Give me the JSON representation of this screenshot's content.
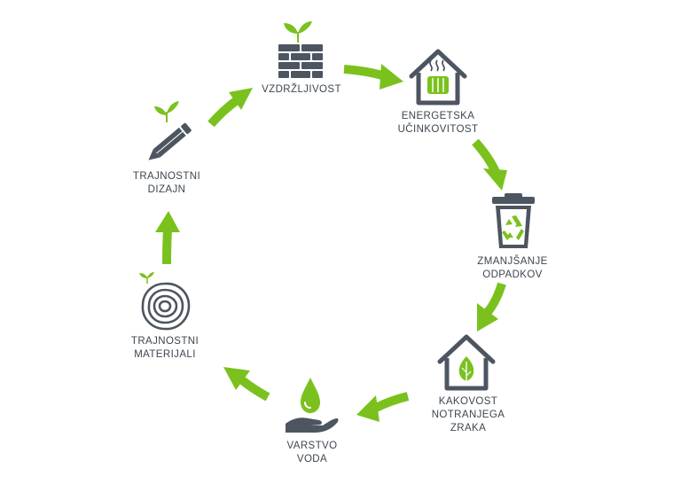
{
  "colors": {
    "arrow": "#7bc11e",
    "leaf": "#7bc11e",
    "icon": "#4d5560",
    "text": "#3d4650"
  },
  "steps": [
    {
      "icon": "brick-wall-with-sprout",
      "lines": [
        "VZDRŽLJIVOST"
      ]
    },
    {
      "icon": "house-with-radiator",
      "lines": [
        "ENERGETSKA",
        "UČINKOVITOST"
      ]
    },
    {
      "icon": "recycle-bin",
      "lines": [
        "ZMANJŠANJE",
        "ODPADKOV"
      ]
    },
    {
      "icon": "house-with-leaf",
      "lines": [
        "KAKOVOST",
        "NOTRANJEGA",
        "ZRAKA"
      ]
    },
    {
      "icon": "water-drop-on-hand",
      "lines": [
        "VARSTVO",
        "VODA"
      ]
    },
    {
      "icon": "tree-rings-with-sprout",
      "lines": [
        "TRAJNOSTNI",
        "MATERIJALI"
      ]
    },
    {
      "icon": "pencil-with-sprout",
      "lines": [
        "TRAJNOSTNI",
        "DIZAJN"
      ]
    }
  ]
}
